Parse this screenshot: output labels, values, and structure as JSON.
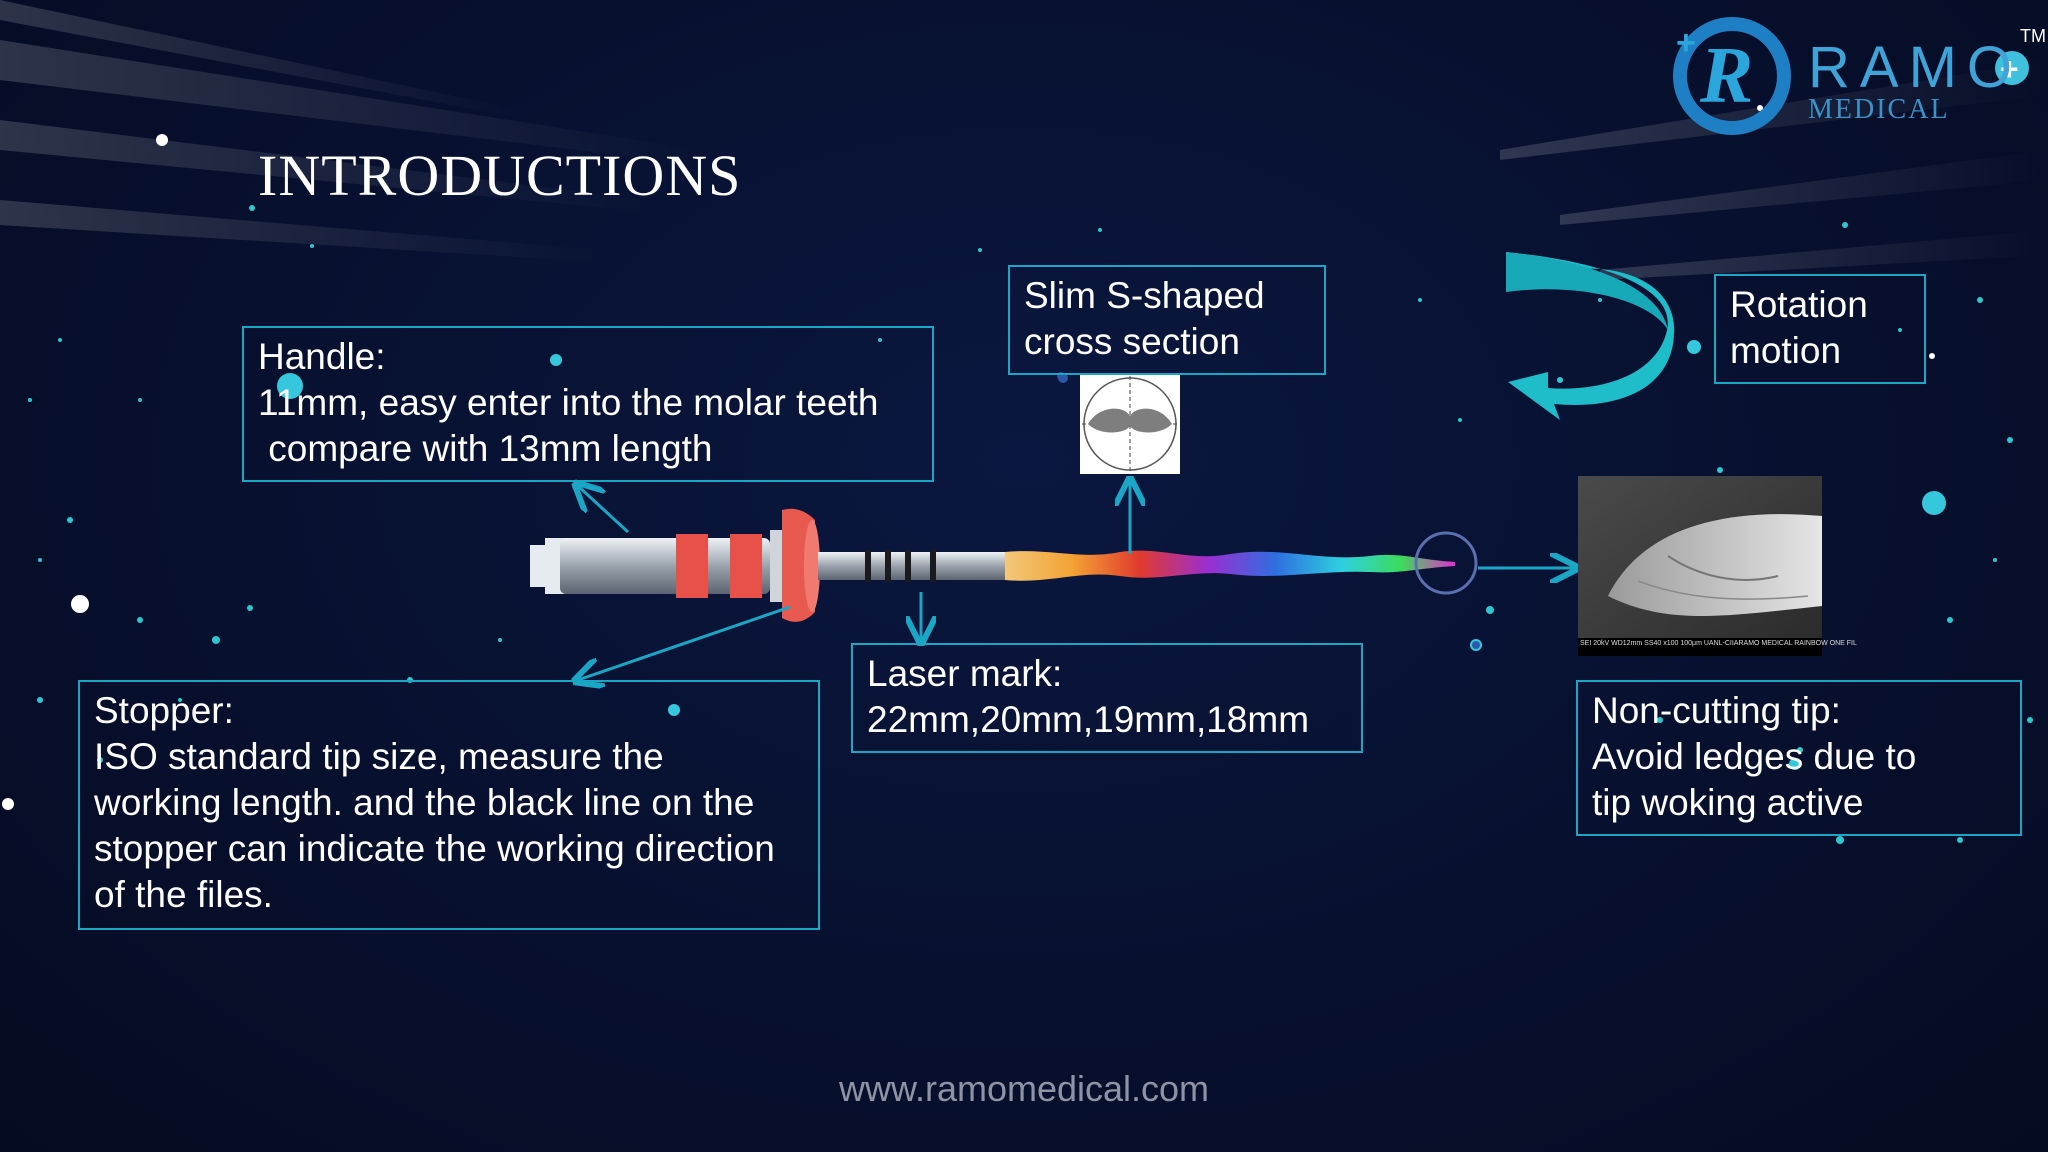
{
  "brand": {
    "name": "RAMO",
    "subtitle": "MEDICAL",
    "tm": "TM",
    "accent_color": "#1aa6c4"
  },
  "slide": {
    "title": "INTRODUCTIONS",
    "footer_url": "www.ramomedical.com"
  },
  "callouts": {
    "handle": [
      "Handle:",
      "11mm, easy enter into the molar teeth",
      " compare with 13mm length"
    ],
    "cross_section": [
      "Slim S-shaped",
      "cross section"
    ],
    "rotation": [
      "Rotation",
      "motion"
    ],
    "stopper": [
      "Stopper:",
      "ISO standard tip size, measure the",
      "working length. and the black line on the",
      "stopper can indicate the working direction",
      "of the files."
    ],
    "laser": [
      "Laser mark:",
      "22mm,20mm,19mm,18mm"
    ],
    "tip": [
      "Non-cutting tip:",
      "Avoid ledges due to",
      "tip woking active"
    ]
  },
  "sem_caption": "SEI 20kV WD12mm SS40 x100 100μm  UANL-CIIARAMO MEDICAL RAINBOW ONE FIL",
  "icons": [
    "rotation-arrow-icon",
    "arrow-icon"
  ]
}
